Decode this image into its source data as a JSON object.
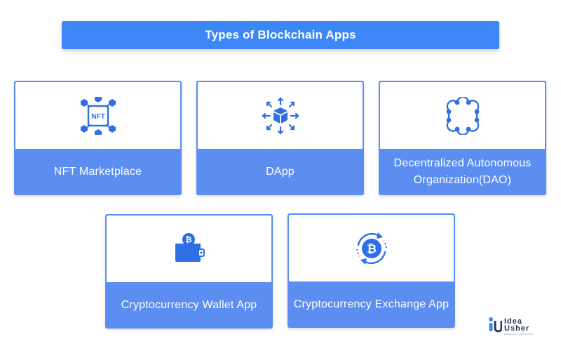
{
  "title": "Types of Blockchain Apps",
  "colors": {
    "accent": "#3d86f5",
    "card": "#5b8ef0",
    "icon": "#2f6fe6"
  },
  "cards": [
    {
      "label": "NFT Marketplace",
      "icon": "nft-chip-icon",
      "icon_text": "NFT"
    },
    {
      "label": "DApp",
      "icon": "cube-arrows-icon"
    },
    {
      "label": "Decentralized Autonomous Organization(DAO)",
      "icon": "network-ring-icon"
    },
    {
      "label": "Cryptocurrency Wallet App",
      "icon": "bitcoin-wallet-icon"
    },
    {
      "label": "Cryptocurrency Exchange App",
      "icon": "bitcoin-exchange-icon"
    }
  ],
  "logo": {
    "line1": "Idea",
    "line2": "Usher",
    "tagline": "ESSENCE IS INNOVATION"
  }
}
